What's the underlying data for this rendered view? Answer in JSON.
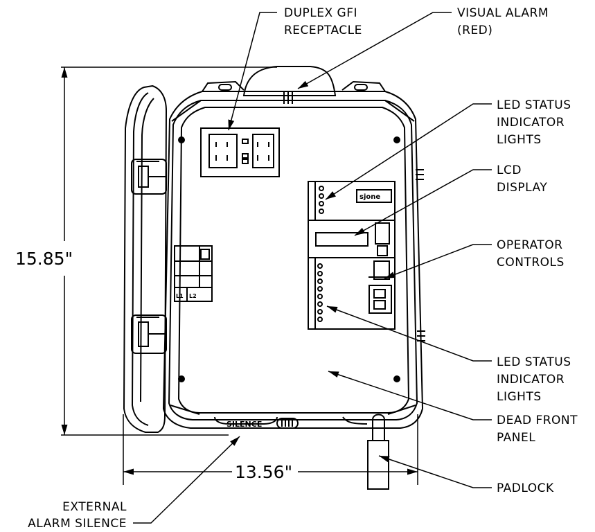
{
  "callouts": {
    "duplex_gfi": [
      "DUPLEX GFI",
      "RECEPTACLE"
    ],
    "visual_alarm": [
      "VISUAL ALARM",
      "(RED)"
    ],
    "led_status_top": [
      "LED STATUS",
      "INDICATOR",
      "LIGHTS"
    ],
    "lcd_display": [
      "LCD",
      "DISPLAY"
    ],
    "operator_controls": [
      "OPERATOR",
      "CONTROLS"
    ],
    "led_status_bottom": [
      "LED STATUS",
      "INDICATOR",
      "LIGHTS"
    ],
    "dead_front": [
      "DEAD FRONT",
      "PANEL"
    ],
    "padlock": [
      "PADLOCK"
    ],
    "external_silence": [
      "EXTERNAL",
      "ALARM SILENCE"
    ]
  },
  "dimensions": {
    "height": "15.85\"",
    "width": "13.56\""
  },
  "panel_marks": {
    "brand": "sjone",
    "silence": "SILENCE",
    "breaker_l1": "L1",
    "breaker_l2": "L2"
  }
}
